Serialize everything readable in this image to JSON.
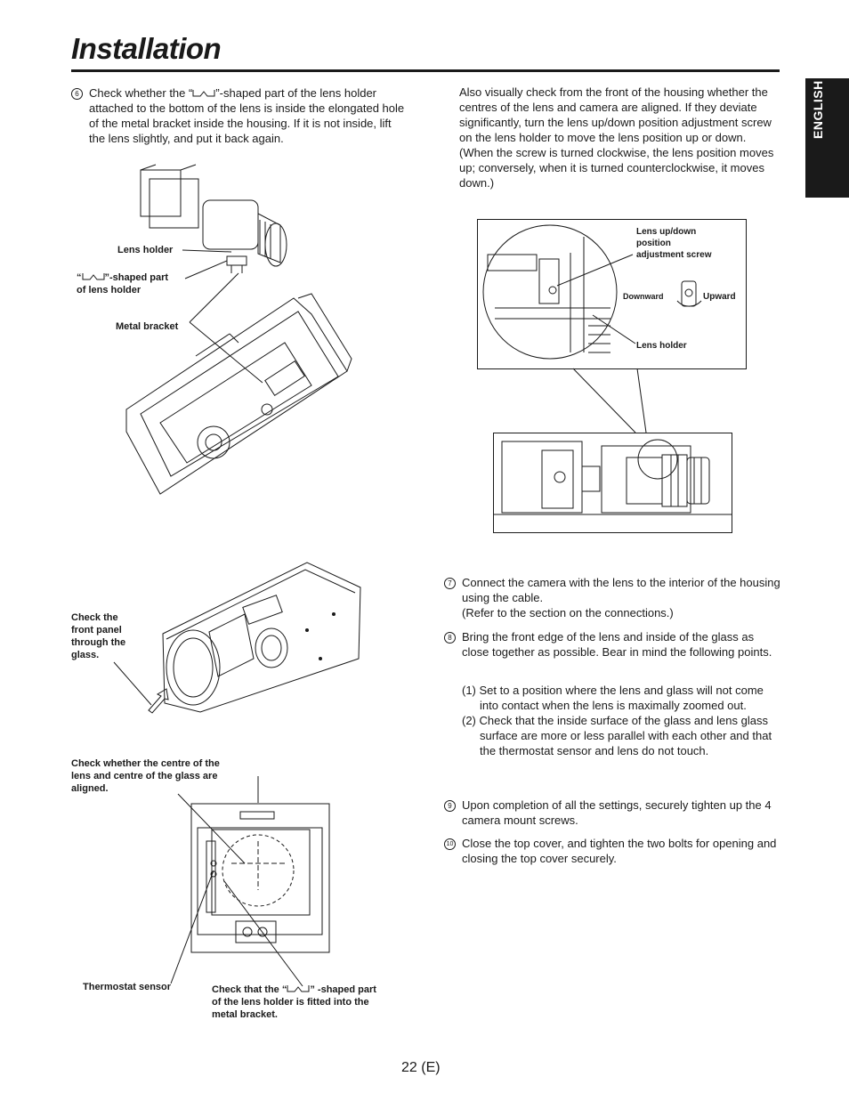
{
  "header": {
    "title": "Installation",
    "language_tab": "ENGLISH"
  },
  "left": {
    "step6": {
      "marker": "6",
      "before": "Check whether the “",
      "after": "”-shaped part of the lens holder attached to the bottom of the lens is inside the elongated hole of the metal bracket inside the housing. If it is not inside, lift the lens slightly, and put it back again."
    },
    "fig1": {
      "lens_holder": "Lens holder",
      "shaped_open": "“",
      "shaped_close": "”-shaped part",
      "shaped_line2": "of lens holder",
      "metal_bracket": "Metal bracket"
    },
    "fig2": {
      "front_panel": "Check the\nfront panel\nthrough the\nglass."
    },
    "fig3": {
      "centre_check": "Check whether the centre of the\nlens and centre of the glass are\naligned.",
      "thermostat": "Thermostat sensor",
      "fitted_open": "Check that the “",
      "fitted_close": "” -shaped part",
      "fitted_rest": "of the lens holder is fitted into the\nmetal bracket."
    }
  },
  "right": {
    "intro": "Also visually check from the front of the housing whether the centres of the lens and camera are aligned. If they deviate significantly, turn the lens up/down position adjustment screw on the lens holder to move the lens position up or down. (When the screw is turned clockwise, the lens position moves up; conversely, when it is turned counterclockwise, it moves down.)",
    "fig4": {
      "adjust_screw": "Lens up/down\nposition\nadjustment screw",
      "downward": "Downward",
      "upward": "Upward",
      "lens_holder": "Lens holder"
    },
    "steps": [
      {
        "marker": "7",
        "text": "Connect the camera with the lens to the interior of the housing using the cable.",
        "note": "(Refer to the section on the connections.)"
      },
      {
        "marker": "8",
        "text": "Bring the front edge of the lens and inside of the glass as close together as possible. Bear in mind the following points."
      },
      {
        "marker": "9",
        "text": "Upon completion of all the settings, securely tighten up the 4 camera mount screws."
      },
      {
        "marker": "10",
        "text": "Close the top cover, and tighten the two bolts for opening and closing the top cover securely."
      }
    ],
    "points": [
      "(1) Set to a position where the lens and glass will not come into contact when the lens is maximally zoomed out.",
      "(2) Check that the inside surface of the glass and lens glass surface are more or less parallel with each other and that the thermostat sensor and lens do not touch."
    ]
  },
  "footer": {
    "page": "22 (E)"
  },
  "colors": {
    "ink": "#1a1a1a",
    "tab_bg": "#1a1a1a",
    "tab_text": "#ffffff"
  }
}
